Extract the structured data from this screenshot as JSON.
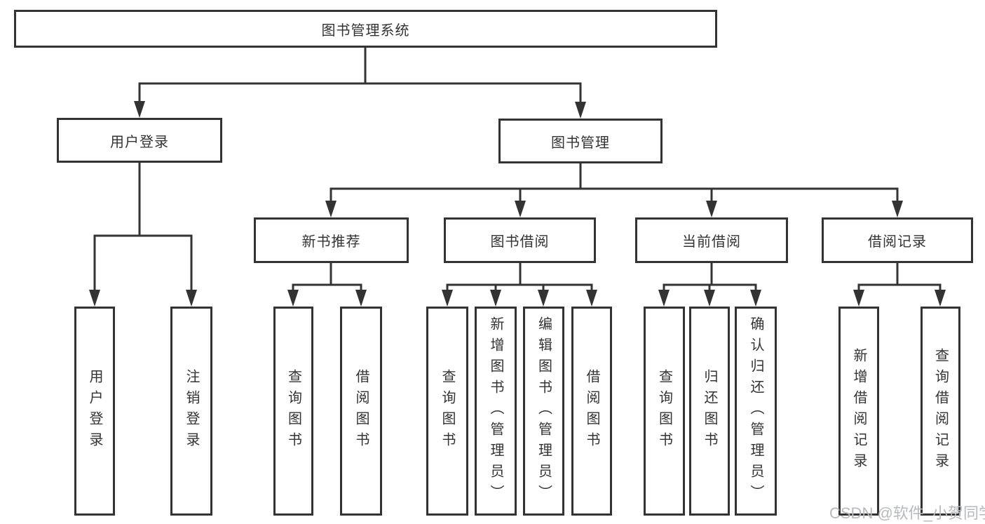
{
  "diagram": {
    "title": "图书管理系统",
    "tree": {
      "label": "图书管理系统",
      "children": [
        {
          "label": "用户登录",
          "children": [
            {
              "label": "用户登录"
            },
            {
              "label": "注销登录"
            }
          ]
        },
        {
          "label": "图书管理",
          "children": [
            {
              "label": "新书推荐",
              "children": [
                {
                  "label": "查询图书"
                },
                {
                  "label": "借阅图书"
                }
              ]
            },
            {
              "label": "图书借阅",
              "children": [
                {
                  "label": "查询图书"
                },
                {
                  "label": "新增图书（管理员）"
                },
                {
                  "label": "编辑图书（管理员）"
                },
                {
                  "label": "借阅图书"
                }
              ]
            },
            {
              "label": "当前借阅",
              "children": [
                {
                  "label": "查询图书"
                },
                {
                  "label": "归还图书"
                },
                {
                  "label": "确认归还（管理员）"
                }
              ]
            },
            {
              "label": "借阅记录",
              "children": [
                {
                  "label": "新增借阅记录"
                },
                {
                  "label": "查询借阅记录"
                }
              ]
            }
          ]
        }
      ]
    }
  },
  "watermark": {
    "text": "CSDN @软件_小贺同学"
  },
  "colors": {
    "line": "#333333",
    "box_border": "#333333",
    "box_background": "#ffffff",
    "text": "#333333",
    "watermark": "#b7b9bb",
    "page_background": "#ffffff"
  }
}
